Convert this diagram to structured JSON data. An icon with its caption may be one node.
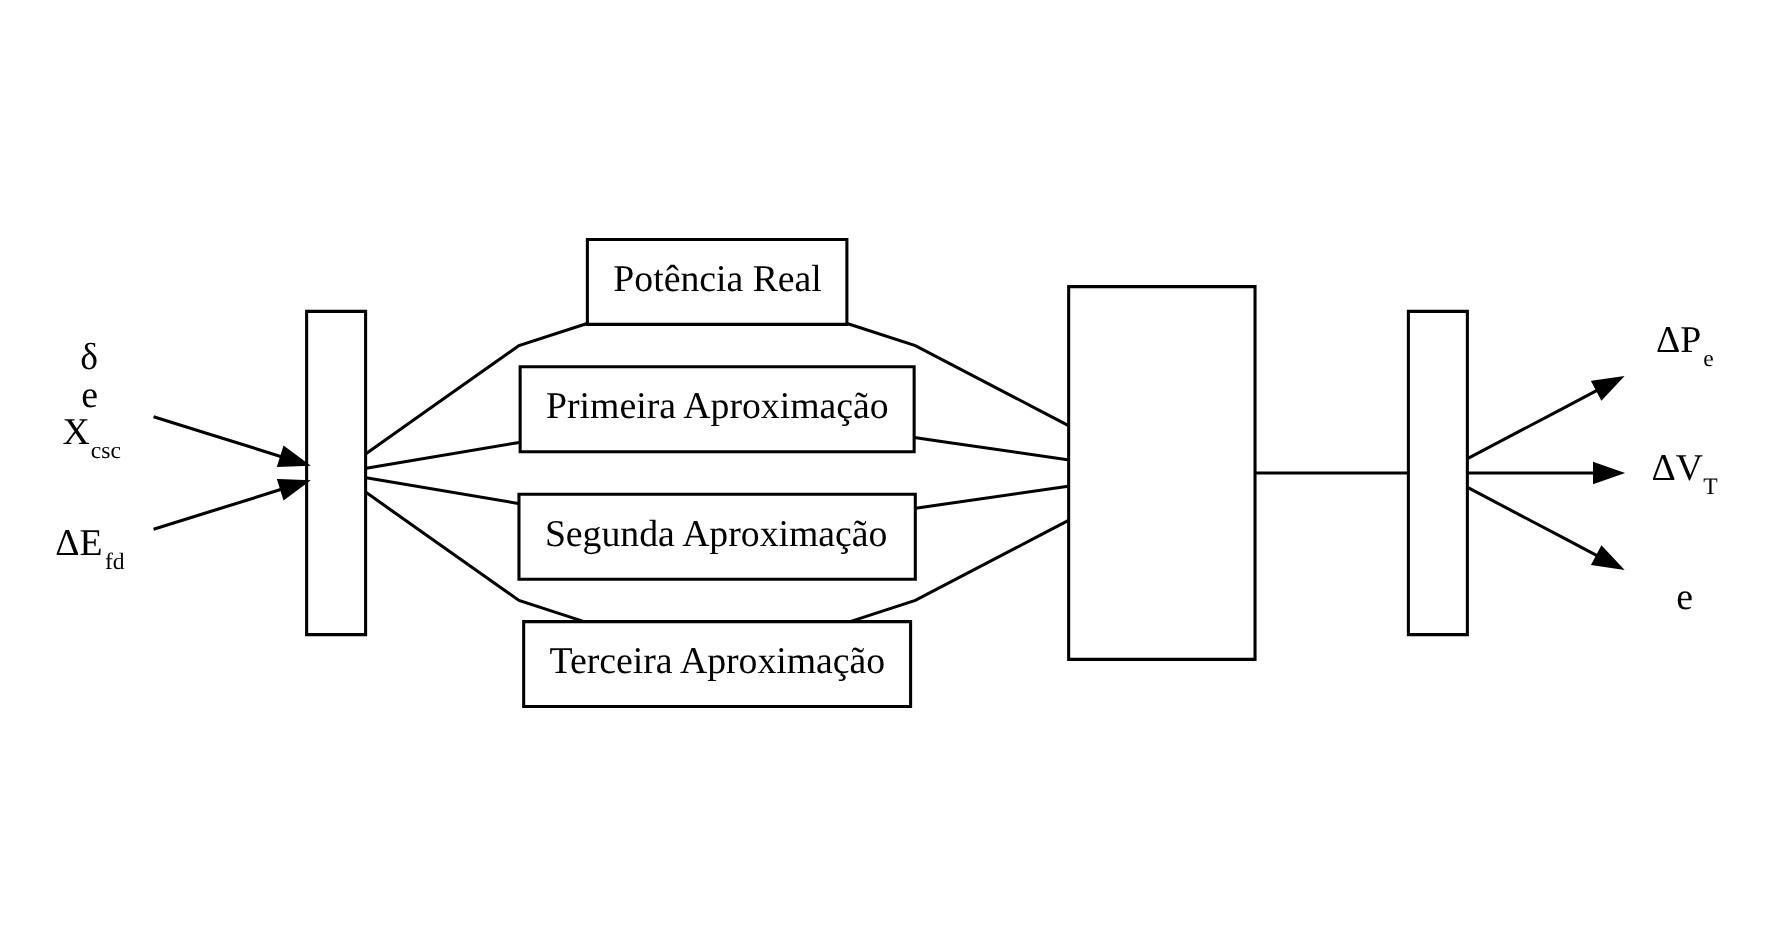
{
  "diagram": {
    "nodes": [
      {
        "text": [
          "δ",
          "e",
          "X$_{csc}$"
        ]
      },
      {
        "text": [
          "ΔE$_{fd}$"
        ]
      },
      {
        "text": [],
        "shape": "bar"
      },
      {
        "text": [
          "Potência Real"
        ]
      },
      {
        "text": [
          "Primeira Aproximação"
        ]
      },
      {
        "text": [
          "Segunda Aproximação"
        ]
      },
      {
        "text": [
          "Terceira Aproximação"
        ]
      },
      {
        "text": [],
        "shape": "box"
      },
      {
        "text": [],
        "shape": "bar"
      },
      {
        "text": [
          "ΔP$_{e}$"
        ]
      },
      {
        "text": [
          "ΔV$_{T}$"
        ]
      },
      {
        "text": [
          "e"
        ]
      }
    ],
    "edges": [
      {
        "from": 0,
        "to": 2,
        "arrow": "to"
      },
      {
        "from": 1,
        "to": 2,
        "arrow": "to"
      },
      {
        "from": 2,
        "to": 3,
        "arrow": "none"
      },
      {
        "from": 2,
        "to": 4,
        "arrow": "none"
      },
      {
        "from": 2,
        "to": 5,
        "arrow": "none"
      },
      {
        "from": 2,
        "to": 6,
        "arrow": "none"
      },
      {
        "from": 3,
        "to": 7,
        "arrow": "none"
      },
      {
        "from": 4,
        "to": 7,
        "arrow": "none"
      },
      {
        "from": 5,
        "to": 7,
        "arrow": "none"
      },
      {
        "from": 6,
        "to": 7,
        "arrow": "none"
      },
      {
        "from": 7,
        "to": 8,
        "arrow": "none"
      },
      {
        "from": 8,
        "to": 9,
        "arrow": "to"
      },
      {
        "from": 8,
        "to": 10,
        "arrow": "to"
      },
      {
        "from": 8,
        "to": 11,
        "arrow": "to"
      }
    ]
  }
}
